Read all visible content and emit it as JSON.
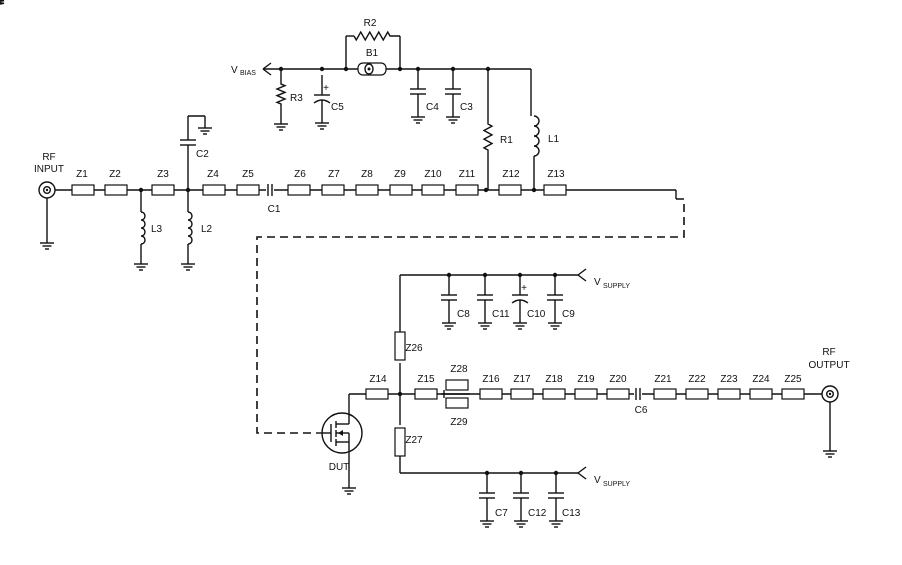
{
  "diagram": {
    "labels": {
      "rf": "RF",
      "input": "INPUT",
      "output": "OUTPUT",
      "dut": "DUT",
      "v": "V",
      "bias": "BIAS",
      "supply": "SUPPLY",
      "plus": "+"
    },
    "microstrips": [
      "Z1",
      "Z2",
      "Z3",
      "Z4",
      "Z5",
      "Z6",
      "Z7",
      "Z8",
      "Z9",
      "Z10",
      "Z11",
      "Z12",
      "Z13",
      "Z14",
      "Z15",
      "Z16",
      "Z17",
      "Z18",
      "Z19",
      "Z20",
      "Z21",
      "Z22",
      "Z23",
      "Z24",
      "Z25",
      "Z26",
      "Z27",
      "Z28",
      "Z29"
    ],
    "capacitors": [
      "C1",
      "C2",
      "C3",
      "C4",
      "C5",
      "C6",
      "C7",
      "C8",
      "C9",
      "C10",
      "C11",
      "C12",
      "C13"
    ],
    "resistors": [
      "R1",
      "R2",
      "R3"
    ],
    "inductors": [
      "L1",
      "L2",
      "L3"
    ],
    "bead": "B1"
  }
}
